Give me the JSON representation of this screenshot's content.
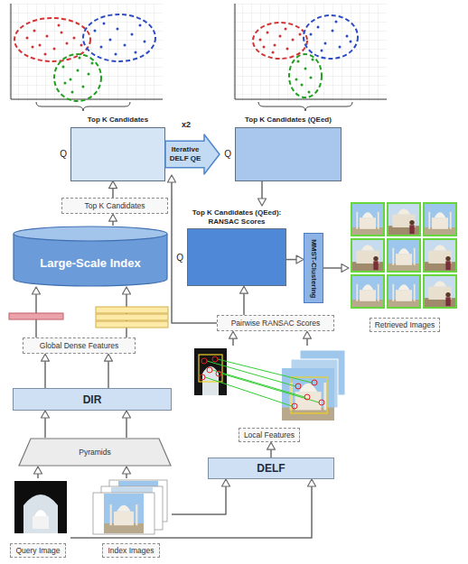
{
  "diagram": {
    "nodes": [
      {
        "text": [
          "Top K Candidates"
        ]
      },
      {
        "text": [
          "Iterative DELF QE"
        ]
      },
      {
        "text": [
          "Top K Candidates (QEed)"
        ]
      },
      {
        "text": [
          "Top K Candidates"
        ]
      },
      {
        "text": [
          "Top K Candidates (QEed): RANSAC Scores"
        ]
      },
      {
        "text": [
          "MMST-Clustering"
        ]
      },
      {
        "text": [
          "Large-Scale Index"
        ]
      },
      {
        "text": [
          "Pairwise RANSAC Scores"
        ]
      },
      {
        "text": [
          "Retrieved Images"
        ]
      },
      {
        "text": [
          "Global Dense Features"
        ]
      },
      {
        "text": [
          "DIR"
        ]
      },
      {
        "text": [
          "Local Features"
        ]
      },
      {
        "text": [
          "Pyramids"
        ]
      },
      {
        "text": [
          "DELF"
        ]
      },
      {
        "text": [
          "Query Image"
        ]
      },
      {
        "text": [
          "Index Images"
        ]
      }
    ],
    "edges": [
      {
        "from": 3,
        "to": 0,
        "arrow": "to"
      },
      {
        "from": 6,
        "to": 3,
        "arrow": "to"
      },
      {
        "from": 9,
        "to": 6,
        "arrow": "to"
      },
      {
        "from": 9,
        "to": 6,
        "arrow": "to"
      },
      {
        "from": 10,
        "to": 9,
        "arrow": "to"
      },
      {
        "from": 10,
        "to": 9,
        "arrow": "to"
      },
      {
        "from": 12,
        "to": 10,
        "arrow": "to"
      },
      {
        "from": 12,
        "to": 10,
        "arrow": "to"
      },
      {
        "from": 14,
        "to": 12,
        "arrow": "to"
      },
      {
        "from": 15,
        "to": 12,
        "arrow": "to"
      },
      {
        "from": 14,
        "to": 13,
        "arrow": "to"
      },
      {
        "from": 15,
        "to": 13,
        "arrow": "to"
      },
      {
        "from": 13,
        "to": 11,
        "arrow": "to"
      },
      {
        "from": 11,
        "to": 7,
        "arrow": "to"
      },
      {
        "from": 11,
        "to": 7,
        "arrow": "to"
      },
      {
        "from": 7,
        "to": 4,
        "arrow": "to"
      },
      {
        "from": 7,
        "to": 1,
        "arrow": "to"
      },
      {
        "from": 2,
        "to": 4,
        "arrow": "to"
      },
      {
        "from": 4,
        "to": 5,
        "arrow": "to"
      },
      {
        "from": 5,
        "to": 8,
        "arrow": "to"
      }
    ],
    "labels": [
      "Q",
      "x2",
      "Q",
      "Q"
    ]
  }
}
